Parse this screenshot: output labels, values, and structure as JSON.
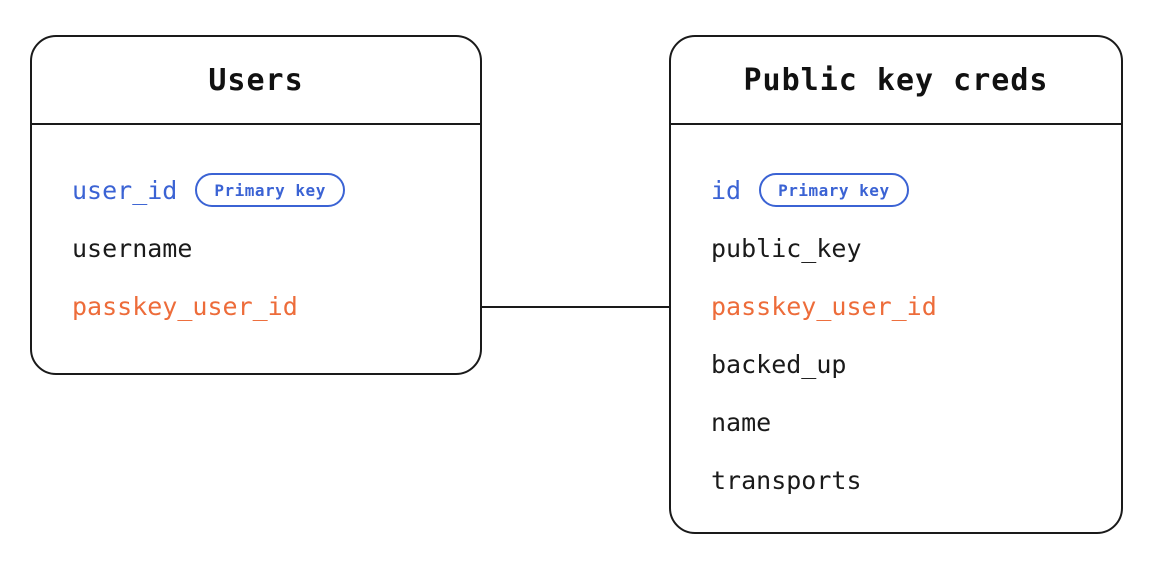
{
  "diagram": {
    "type": "entity-relationship",
    "background_color": "#ffffff",
    "stroke_color": "#1a1a1a",
    "colors": {
      "primary_key": "#3b63d4",
      "foreign_key": "#ed6c3a",
      "text": "#1a1a1a",
      "border": "#1a1a1a"
    },
    "relationship": {
      "from_entity": "Users",
      "from_field": "passkey_user_id",
      "to_entity": "Public key creds",
      "to_field": "passkey_user_id",
      "style": "straight-line"
    }
  },
  "entities": [
    {
      "id": "users",
      "title": "Users",
      "fields": [
        {
          "name": "user_id",
          "role": "key",
          "badge": "Primary key"
        },
        {
          "name": "username",
          "role": "plain",
          "badge": null
        },
        {
          "name": "passkey_user_id",
          "role": "fk",
          "badge": null
        }
      ]
    },
    {
      "id": "public-key-creds",
      "title": "Public key creds",
      "fields": [
        {
          "name": "id",
          "role": "key",
          "badge": "Primary key"
        },
        {
          "name": "public_key",
          "role": "plain",
          "badge": null
        },
        {
          "name": "passkey_user_id",
          "role": "fk",
          "badge": null
        },
        {
          "name": "backed_up",
          "role": "plain",
          "badge": null
        },
        {
          "name": "name",
          "role": "plain",
          "badge": null
        },
        {
          "name": "transports",
          "role": "plain",
          "badge": null
        }
      ]
    }
  ]
}
